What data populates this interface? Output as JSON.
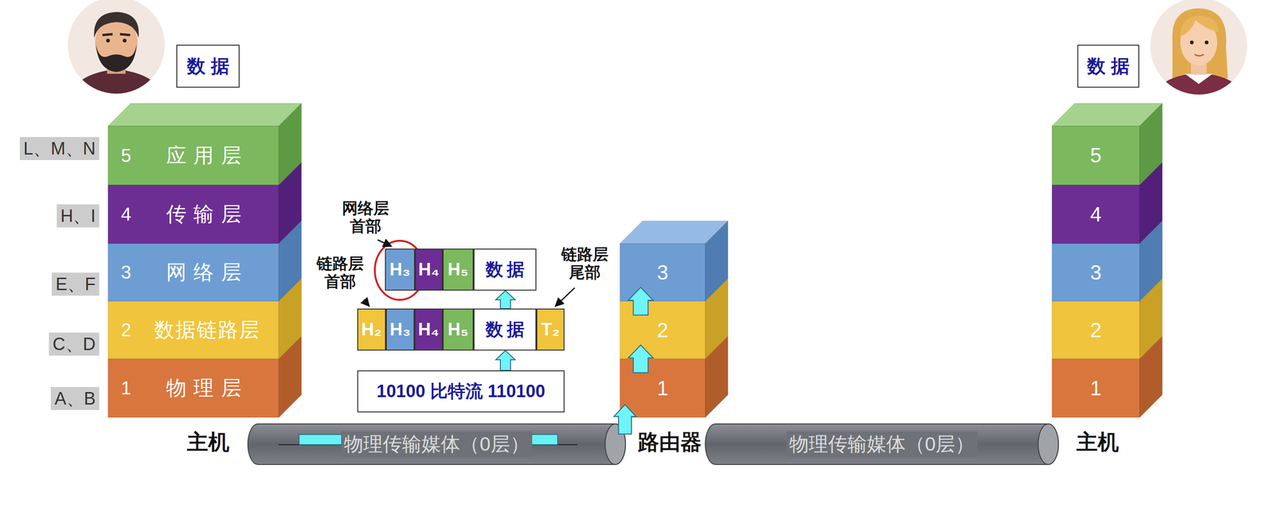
{
  "diagram": {
    "nodes": [
      {
        "text": [
          "数据"
        ]
      },
      {
        "text": [
          "数据"
        ]
      },
      {
        "text": [
          "5",
          "应用层"
        ]
      },
      {
        "text": [
          "4",
          "传输层"
        ]
      },
      {
        "text": [
          "3",
          "网络层"
        ]
      },
      {
        "text": [
          "2",
          "数据链路层"
        ]
      },
      {
        "text": [
          "1",
          "物理层"
        ]
      },
      {
        "text": [
          "H₃"
        ]
      },
      {
        "text": [
          "H₄"
        ]
      },
      {
        "text": [
          "H₅"
        ]
      },
      {
        "text": [
          "数据"
        ]
      },
      {
        "text": [
          "H₂"
        ]
      },
      {
        "text": [
          "H₃"
        ]
      },
      {
        "text": [
          "H₄"
        ]
      },
      {
        "text": [
          "H₅"
        ]
      },
      {
        "text": [
          "数据"
        ]
      },
      {
        "text": [
          "T₂"
        ]
      },
      {
        "text": [
          "10100 比特流 110100"
        ]
      },
      {
        "text": [
          "3"
        ]
      },
      {
        "text": [
          "2"
        ]
      },
      {
        "text": [
          "1"
        ]
      },
      {
        "text": [
          "5"
        ]
      },
      {
        "text": [
          "4"
        ]
      },
      {
        "text": [
          "3"
        ]
      },
      {
        "text": [
          "2"
        ]
      },
      {
        "text": [
          "1"
        ]
      },
      {
        "text": [
          "物理传输媒体（0层）"
        ]
      },
      {
        "text": [
          "物理传输媒体（0层）"
        ]
      }
    ],
    "edges": [
      {
        "from": 17,
        "to": 15,
        "arrow": "to"
      },
      {
        "from": 15,
        "to": 10,
        "arrow": "to"
      },
      {
        "from": 26,
        "to": 20,
        "arrow": "to"
      },
      {
        "from": 20,
        "to": 19,
        "arrow": "to"
      },
      {
        "from": 19,
        "to": 18,
        "arrow": "to"
      }
    ],
    "labels": [
      "L、M、N",
      "H、I",
      "E、F",
      "C、D",
      "A、B",
      "网络层 首部",
      "链路层 首部",
      "链路层 尾部",
      "主机",
      "路由器",
      "主机"
    ]
  }
}
